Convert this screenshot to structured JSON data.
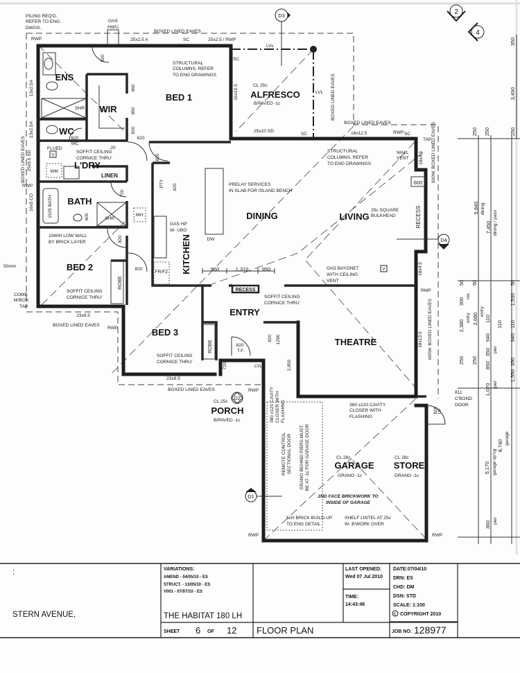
{
  "rooms": {
    "ens": "ENS",
    "wir": "WIR",
    "bed1": "BED 1",
    "wc": "WC",
    "laundry": "L'DRY",
    "linen": "LINEN",
    "bath": "BATH",
    "bed2": "BED 2",
    "bed3": "BED 3",
    "kitchen": "KITCHEN",
    "dining": "DINING",
    "living": "LIVING",
    "entry": "ENTRY",
    "theatre": "THEATRE",
    "alfresco": "ALFRESCO",
    "porch": "PORCH",
    "garage": "GARAGE",
    "store": "STORE",
    "recess": "RECESS",
    "recess_entry": "RECESS",
    "robe": "ROBE",
    "pantry": "PTY",
    "mh": "MH",
    "shower": "SHR",
    "wm": "WM",
    "dw": "DW",
    "frfz": "FR/FZ",
    "bath_tub": "1525 BATH"
  },
  "finishes": {
    "alfresco_cl": "CL 25c",
    "alfresco": "B/PAVED -1c",
    "porch_cl": "CL 25c",
    "porch": "B/PAVED -1c",
    "garage_cl": "CL 28c",
    "garage": "GRANO -1c",
    "store_cl": "CL 28c",
    "store": "GRANO -1c"
  },
  "markers": {
    "d1": "D1",
    "d2": "D2",
    "d3": "D3",
    "d4": "D4",
    "m2": "2",
    "m4": "4",
    "vent": "V"
  },
  "notes": {
    "piling": [
      "PILING REQ'D.",
      "REFER TO ENG.",
      "DWGS."
    ],
    "gas_hwu": [
      "GAS",
      "HWU"
    ],
    "eaves": "BOXED LINED EAVES",
    "eaves_600w": "600W. BOXED LINED EAVES",
    "struct": [
      "STRUCTURAL",
      "COLUMNS. REFER",
      "TO ENG DRAWINGS"
    ],
    "soffit": [
      "SOFFIT CEILING",
      "CORNICE THRU'"
    ],
    "flued": "FLUED",
    "prelay": [
      "PRELAY SERVICES",
      "IN SLAB FOR ISLAND BENCH"
    ],
    "gas_hp": [
      "GAS HP",
      "W- UBO"
    ],
    "low_wall": [
      "1060H LOW WALL",
      "BY BRICK LAYER"
    ],
    "comb": [
      "COMB",
      "M/BOX",
      "TAP"
    ],
    "mm50": "50mm",
    "wall_vent": [
      "WALL",
      "VENT"
    ],
    "tap": "TAP",
    "bulkhead": [
      "25c SQUARE",
      "BULKHEAD"
    ],
    "gas_bayonet": [
      "GAS BAYONET",
      "WITH CEILING",
      "VENT"
    ],
    "cavity": [
      "380 x120 CAVITY",
      "CLOSER WITH",
      "FLASHING"
    ],
    "cbond": [
      "811",
      "C'BOND",
      "DOOR"
    ],
    "remote": [
      "REMOTE CONTROL",
      "SECTIONAL DOOR"
    ],
    "grano_piers": [
      "GRANO BEHIND PIERS MUST",
      "BE AT -1c FOR GARAGE DOOR"
    ],
    "brickwork": [
      "2ND FACE BRICKWORK TO",
      "INSIDE OF GARAGE"
    ],
    "brick_buildup": [
      "5cH BRICK BUILD-UP",
      "TO ENG DETAIL"
    ],
    "shelf_lintel": [
      "SHELF LINTEL AT 25c",
      "W- B'WORK OVER"
    ],
    "rwp": "RWP",
    "rmp": "RMP",
    "sc": "SC",
    "lvl": "LVL",
    "tf": "T.F.",
    "uf": "UF"
  },
  "members": {
    "top_a": "25x2.5 A",
    "top_b": "25x2.5 / RWP",
    "alf_side": "16x10.5",
    "alf_sd": "25x10 SD",
    "liv_top": "18x12.5",
    "liv_side": "18x4.5",
    "theatre_side": "18x13.5",
    "ens_win": "13x2.5A",
    "wc_win": "13x2.5A",
    "ldry_win": "25x6.5 SD",
    "bath_win": "16x5 CO",
    "bed2_win": "23x8.5",
    "bed3_win": "23x8.5"
  },
  "door_dims": {
    "d820": "820",
    "d620": "620",
    "wc620": "620",
    "wc": "WC",
    "d720": "720",
    "d600": "600",
    "d20": "20",
    "d960": "960",
    "d950": "950",
    "d1290": "1290",
    "d2850": "2,850",
    "recess600": "600"
  },
  "bench_dims": [
    "950",
    "1,310",
    "950"
  ],
  "side_dims": {
    "d350": "350",
    "d3490": "3,490",
    "d250": "250",
    "d5840": "5,840",
    "dining": "dining",
    "d7450": "7,450",
    "dining_pass": "dining / pass",
    "d50": "50",
    "d300": "300",
    "rec": "rec",
    "d2380": "2,380",
    "entry": "entry",
    "d2680": "2,680",
    "d110": "110",
    "d1530": "1,530",
    "d940": "940",
    "pier": "pier",
    "d850": "850",
    "d1070": "1,070",
    "d1550": "1,550",
    "d5170": "5,170",
    "garage_opng": "garage op'ng",
    "d8740": "8,740",
    "garage": "garage",
    "d360": "360"
  },
  "title_block": {
    "client_label": ":",
    "address": "STERN AVENUE,",
    "variations_label": "VARIATIONS:",
    "variations": [
      "AMEND - 04/05/10 - ES",
      "STRUCT. - 13/05/10 - ES",
      "V001 - 07/07/10 - ES"
    ],
    "design": "THE HABITAT 180 LH",
    "sheet_label": "SHEET",
    "sheet_no": "6",
    "of_label": "OF",
    "sheet_total": "12",
    "drawing": "FLOOR PLAN",
    "last_opened_label": "LAST OPENED:",
    "last_opened": "Wed 07 Jul 2010",
    "time_label": "TIME:",
    "time": "14:43:48",
    "date": "DATE:07/04/10",
    "drn": "DRN: ES",
    "chd": "CHD: DM",
    "dsn": "DSN: STD",
    "scale": "SCALE:  1:100",
    "copyright": "COPYRIGHT 2010",
    "job_label": "JOB NO:",
    "job_no": "128977"
  }
}
